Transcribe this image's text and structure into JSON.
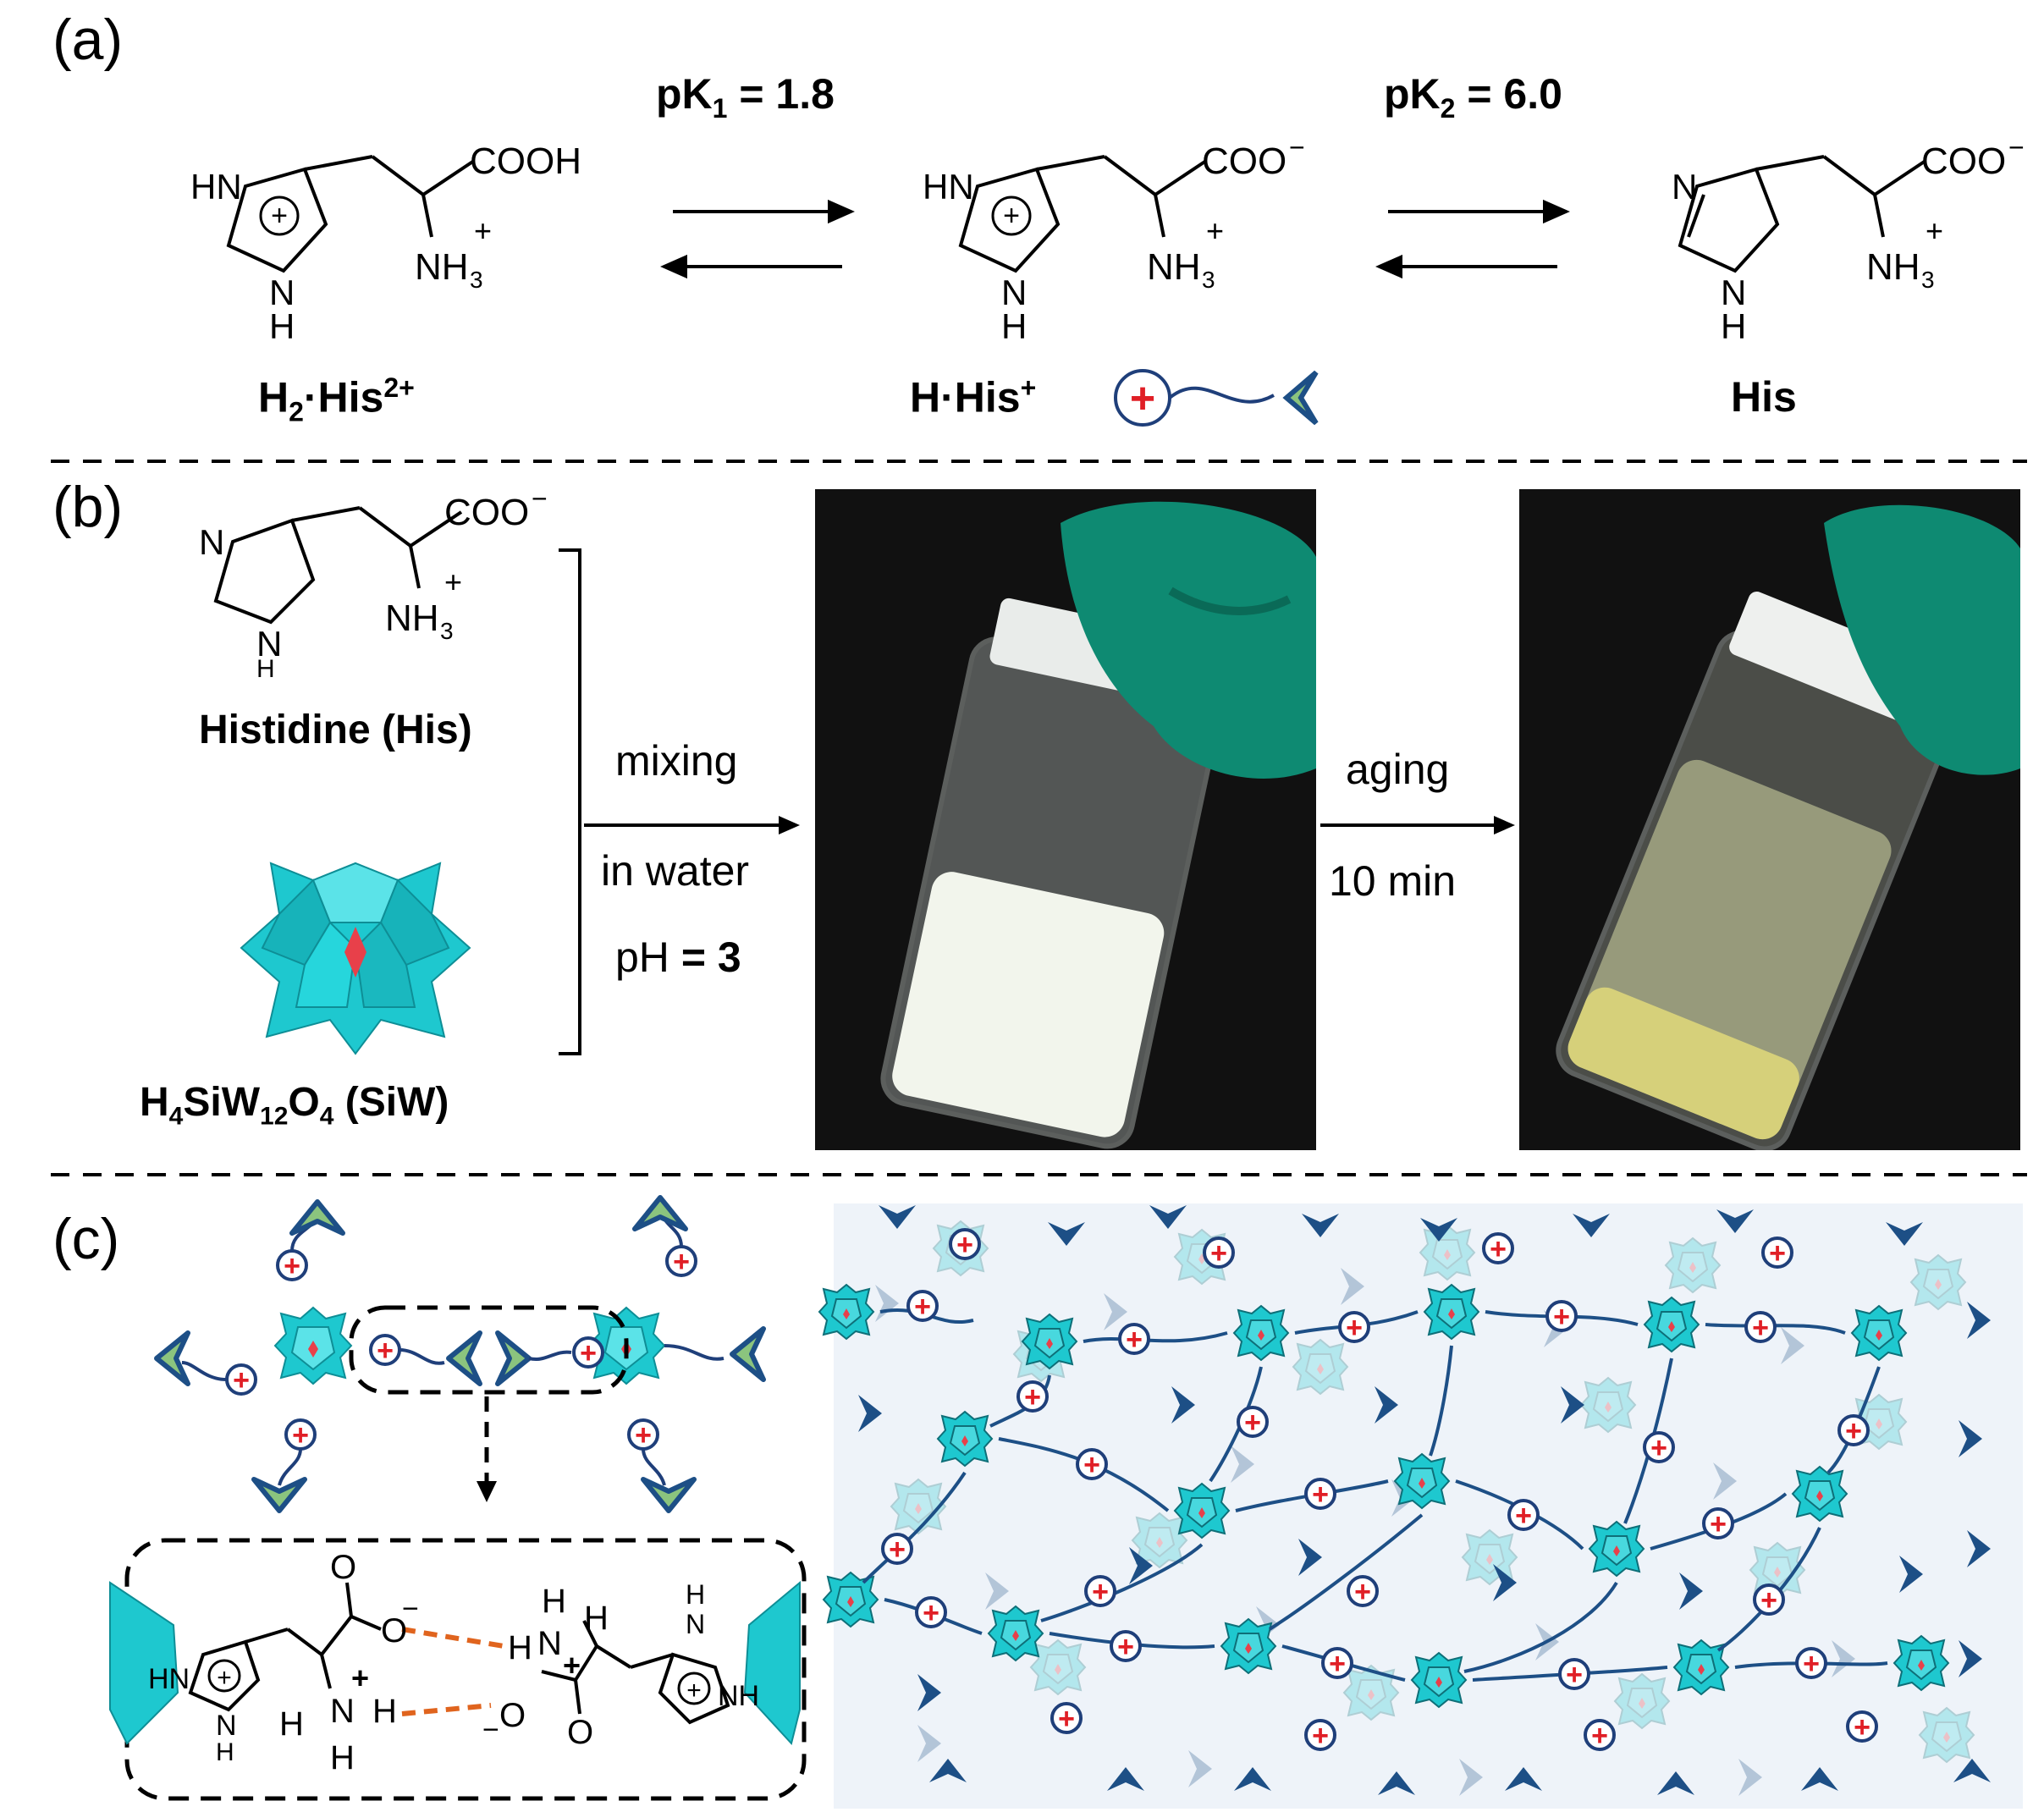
{
  "panel_a": {
    "label": "(a)",
    "pk1": {
      "main": "pK",
      "sub": "1",
      "value": " = 1.8"
    },
    "pk2": {
      "main": "pK",
      "sub": "2",
      "value": " = 6.0"
    },
    "species": [
      {
        "prefix": "H",
        "sub": "2",
        "name": "·His",
        "sup": "2+",
        "cooh": "COOH",
        "nh3": "NH",
        "nh3_sub": "3",
        "nh3_sup": "+"
      },
      {
        "prefix": "H",
        "name": "·His",
        "sup": "+",
        "cooh": "COO",
        "cooh_sup": "−",
        "nh3": "NH",
        "nh3_sub": "3",
        "nh3_sup": "+"
      },
      {
        "name": "His",
        "cooh": "COO",
        "cooh_sup": "−",
        "nh3": "NH",
        "nh3_sub": "3",
        "nh3_sup": "+"
      }
    ],
    "ring_labels": {
      "hn": "HN",
      "n": "N",
      "h": "H",
      "plus": "+"
    }
  },
  "panel_b": {
    "label": "(b)",
    "histidine_caption": "Histidine (His)",
    "siw_caption": {
      "a": "H",
      "a_sub": "4",
      "b": "SiW",
      "b_sub": "12",
      "c": "O",
      "c_sub": "4",
      "d": " (SiW)"
    },
    "step1": {
      "line1": "mixing",
      "line2": "in water",
      "line3_a": "pH ",
      "line3_b": "= 3"
    },
    "step2": {
      "line1": "aging",
      "line2": "10 min"
    }
  },
  "panel_c": {
    "label": "(c)",
    "hbond_labels": {
      "o": "O",
      "minus": "−",
      "h": "H",
      "n": "N",
      "plus": "+",
      "hn": "HN",
      "nh": "NH"
    }
  },
  "colors": {
    "keggin": "#1ec8cf",
    "keggin_dark": "#0e8e96",
    "positive": "#e01f26",
    "ion_ring": "#1f3f7a",
    "chevron_fill": "#8bc47e",
    "chevron_edge": "#1d4f86",
    "hbond": "#e0641e",
    "glove": "#0e8a72"
  }
}
